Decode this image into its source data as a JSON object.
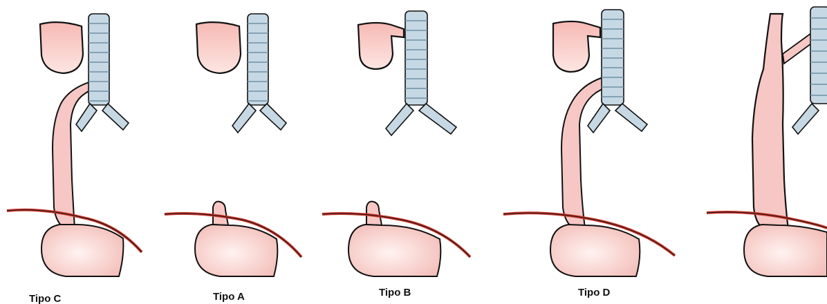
{
  "figure": {
    "colors": {
      "pink": "#f6c7c4",
      "pink_light": "#fbe3df",
      "trachea": "#c6d8e4",
      "trachea_dark": "#8aa6b8",
      "outline": "#111111",
      "diaphragm": "#c8372d"
    },
    "panels": [
      {
        "label": "Tipo C"
      },
      {
        "label": "Tipo A"
      },
      {
        "label": "Tipo B"
      },
      {
        "label": "Tipo D"
      },
      {
        "label": ""
      }
    ]
  }
}
